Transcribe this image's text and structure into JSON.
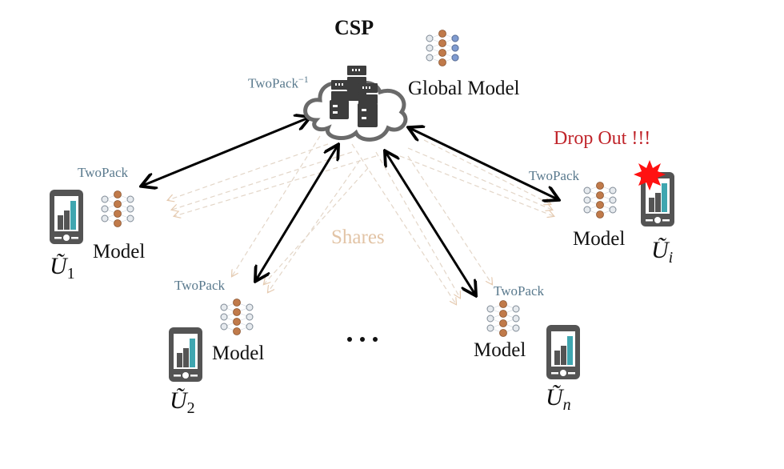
{
  "title": "CSP",
  "server": {
    "label": "CSP",
    "inverse_label": "TwoPack",
    "inverse_superscript": "−1",
    "global_model_label": "Global Model",
    "icon": "cloud-server-icon"
  },
  "center_label": "Shares",
  "ellipsis": "···",
  "drop_out_label": "Drop Out !!!",
  "colors": {
    "phone": "#545454",
    "phone_bar_accent": "#3fa6b0",
    "node_orange": "#c07a4a",
    "node_blue": "#7f9bd0",
    "node_grey": "#d7dde3",
    "twopack_text": "#5a7a8e",
    "shares_text": "#e2c4a6",
    "dropout_text": "#c0242a",
    "burst": "#ff1111"
  },
  "clients": [
    {
      "id": "u1",
      "user_base": "U",
      "user_sub": "1",
      "twopack_label": "TwoPack",
      "model_label": "Model",
      "dropped": false
    },
    {
      "id": "u2",
      "user_base": "U",
      "user_sub": "2",
      "twopack_label": "TwoPack",
      "model_label": "Model",
      "dropped": false
    },
    {
      "id": "un",
      "user_base": "U",
      "user_sub": "n",
      "twopack_label": "TwoPack",
      "model_label": "Model",
      "dropped": false
    },
    {
      "id": "ui",
      "user_base": "U",
      "user_sub": "i",
      "twopack_label": "TwoPack",
      "model_label": "Model",
      "dropped": true
    }
  ]
}
